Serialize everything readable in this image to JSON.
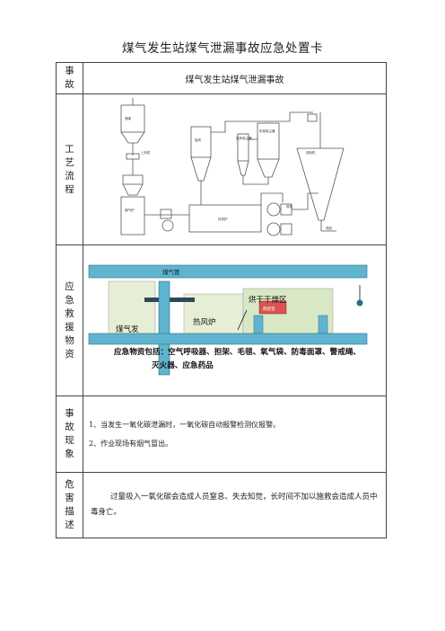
{
  "title": "煤气发生站煤气泄漏事故应急处置卡",
  "rows": {
    "event": {
      "label": [
        "事",
        "故"
      ],
      "text": "煤气发生站煤气泄漏事故"
    },
    "process": {
      "label": [
        "工",
        "艺",
        "流",
        "程"
      ],
      "diagram_labels": {
        "coal_bin": "储煤",
        "feeder": "上料机",
        "gas_gen": "煤气炉",
        "hot_air": "热风炉",
        "cyclone1": "旋风",
        "cyclone2": "旋风收尘器",
        "bag_filter": "布袋收尘器",
        "fan": "风机",
        "separator": "选粉机",
        "product": "成品"
      }
    },
    "resource": {
      "label": [
        "应",
        "急",
        "救",
        "援",
        "物",
        "资"
      ],
      "diagram": {
        "pipe_label": "煤气管",
        "zone_label": "烘干干燥区",
        "gen_label": "煤气发",
        "furnace_label": "热风炉",
        "red_box_label": "燃烧室"
      },
      "text_line1": "应急物资包括：空气呼吸器、担架、毛毯、氧气袋、防毒面罩、警戒绳、",
      "text_line2": "灭火器、应急药品"
    },
    "phenomenon": {
      "label": [
        "事",
        "故",
        "现",
        "象"
      ],
      "items": [
        "1、当发生一氧化碳泄漏时，一氧化碳自动报警检测仪报警。",
        "2、作业现场有烟气冒出。"
      ]
    },
    "hazard": {
      "label": [
        "危",
        "害",
        "描",
        "述"
      ],
      "text": "过量吸入一氧化碳会造成人员窒息、失去知觉，长时间不加以施救会造成人员中毒身亡。"
    }
  }
}
